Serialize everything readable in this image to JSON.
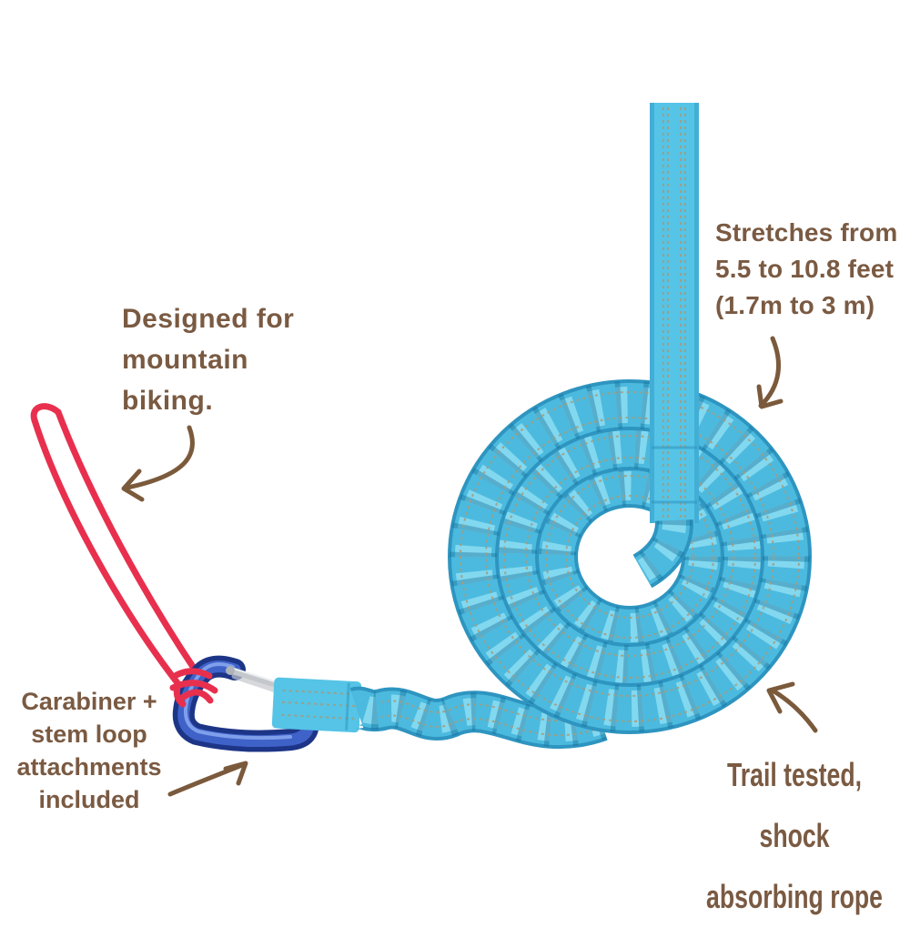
{
  "annotations": {
    "stretch": {
      "lines": [
        "Stretches from",
        "5.5 to 10.8 feet",
        "(1.7m to 3 m)"
      ]
    },
    "designed": {
      "lines": [
        "Designed for",
        "mountain",
        "biking."
      ]
    },
    "carabiner": {
      "lines": [
        "Carabiner +",
        "stem loop",
        "attachments",
        "included"
      ]
    },
    "trail": {
      "lines": [
        "Trail tested, shock",
        "absorbing rope"
      ]
    }
  },
  "colors": {
    "background": "#ffffff",
    "text_brown": "#7a5a42",
    "arrow_brown": "#7b5a3c",
    "rope_blue": "#4cbade",
    "rope_dark": "#2e95c0",
    "rope_light": "#82d8ef",
    "strap_blue": "#55c4e6",
    "stitch_tan": "#a89a78",
    "carabiner_navy": "#1d3587",
    "carabiner_blue": "#3f62c8",
    "carabiner_highlight": "#86a6ee",
    "gate_silver": "#c4c8cc",
    "cord_red": "#e8304e"
  }
}
